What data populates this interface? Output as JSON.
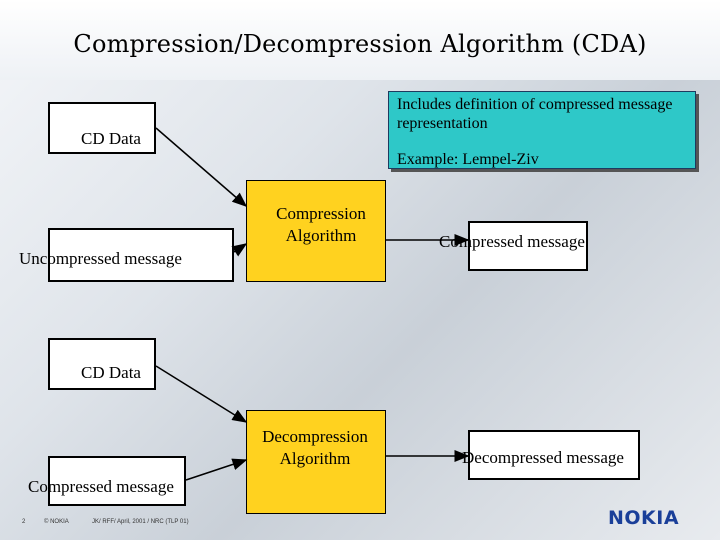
{
  "title": "Compression/Decompression Algorithm (CDA)",
  "note": {
    "text": "Includes definition of compressed message representation",
    "example": "Example: Lempel-Ziv"
  },
  "top_flow": {
    "cd_data": "CD Data",
    "input": "Uncompressed message",
    "algorithm_line1": "Compression",
    "algorithm_line2": "Algorithm",
    "output": "Compressed message"
  },
  "bottom_flow": {
    "cd_data": "CD Data",
    "input": "Compressed message",
    "algorithm_line1": "Decompression",
    "algorithm_line2": "Algorithm",
    "output": "Decompressed message"
  },
  "footer": {
    "page": "2",
    "copyright": "© NOKIA",
    "meeting": "JK/ RFF/ April, 2001 / NRC (TLP 01)",
    "logo": "NOKIA"
  },
  "colors": {
    "algorithm_fill": "#ffd21f",
    "note_fill": "#2ec8c8",
    "logo": "#1a3f99"
  }
}
